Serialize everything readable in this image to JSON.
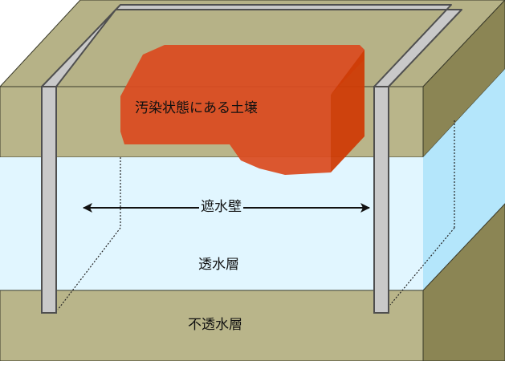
{
  "diagram": {
    "labels": {
      "contaminated_soil": "汚染状態にある土壌",
      "barrier_wall": "遮水壁",
      "aquifer": "透水層",
      "aquitard": "不透水層"
    },
    "colors": {
      "soil_front": "#b9b58a",
      "soil_top": "#b6b287",
      "soil_side": "#8b8554",
      "aquifer_front": "#e1f6ff",
      "aquifer_side": "#b4e6fb",
      "contamination_main": "#da4a1f",
      "contamination_side": "#cf3c06",
      "wall_fill": "#c9c9c9",
      "wall_dark": "#4f4f4f"
    }
  }
}
